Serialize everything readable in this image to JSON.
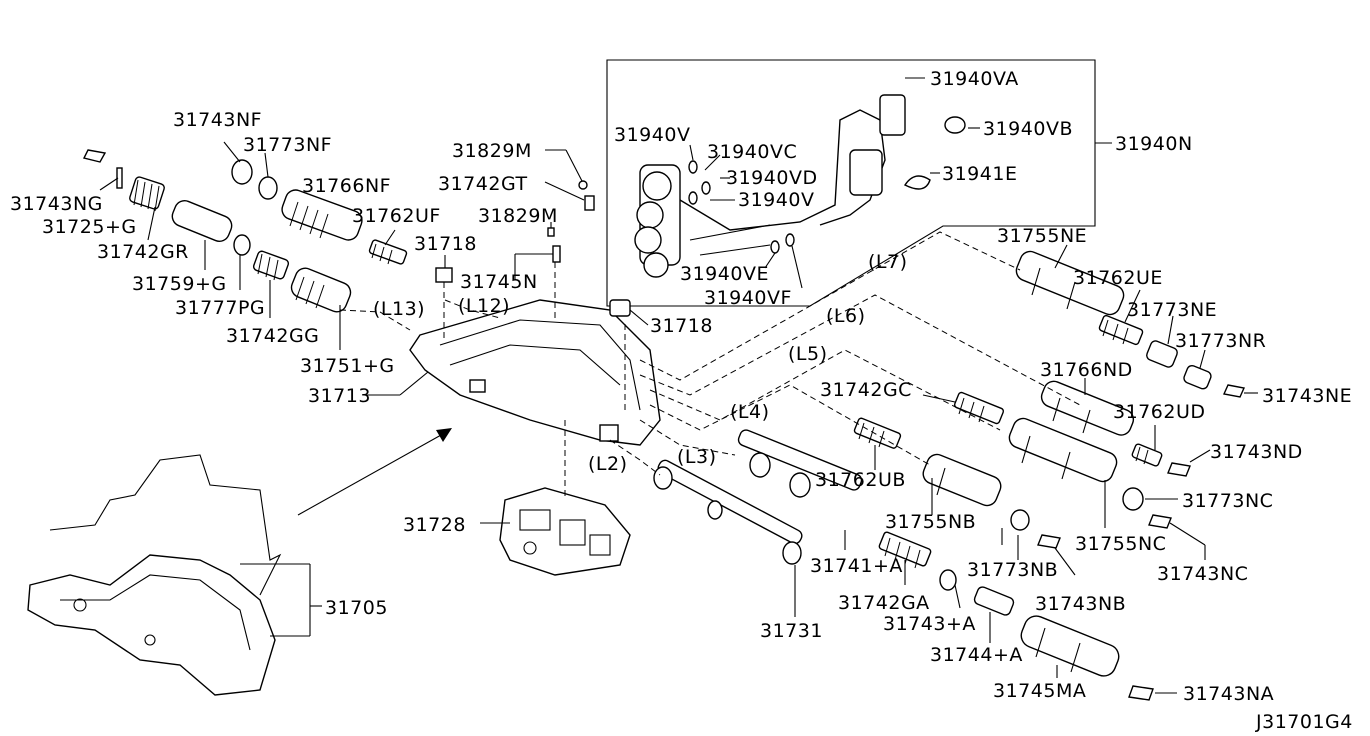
{
  "diagram": {
    "drawing_code": "J31701G4",
    "labels": {
      "l31743NF": "31743NF",
      "l31773NF": "31773NF",
      "l31743NG": "31743NG",
      "l31725G": "31725+G",
      "l31742GR": "31742GR",
      "l31766NF": "31766NF",
      "l31762UF": "31762UF",
      "l31718a": "31718",
      "l31759G": "31759+G",
      "l31777PG": "31777PG",
      "l31742GG": "31742GG",
      "l31751G": "31751+G",
      "l31713": "31713",
      "l31829Ma": "31829M",
      "l31742GT": "31742GT",
      "l31829Mb": "31829M",
      "l31745N": "31745N",
      "l31718b": "31718",
      "l31940V": "31940V",
      "l31940VC": "31940VC",
      "l31940VD": "31940VD",
      "l31940V2": "31940V",
      "l31940VE": "31940VE",
      "l31940VF": "31940VF",
      "l31940VA": "31940VA",
      "l31940VB": "31940VB",
      "l31940N": "31940N",
      "l31941E": "31941E",
      "l31755NE": "31755NE",
      "l31762UE": "31762UE",
      "l31773NE": "31773NE",
      "l31773NR": "31773NR",
      "l31743NE": "31743NE",
      "l31766ND": "31766ND",
      "l31762UD": "31762UD",
      "l31743ND": "31743ND",
      "l31742GC": "31742GC",
      "l31762UB": "31762UB",
      "l31773NC": "31773NC",
      "l31755NB": "31755NB",
      "l31755NC": "31755NC",
      "l31743NC": "31743NC",
      "l31773NB": "31773NB",
      "l31743NB": "31743NB",
      "l31741A": "31741+A",
      "l31742GA": "31742GA",
      "l31743A": "31743+A",
      "l31744A": "31744+A",
      "l31745MA": "31745MA",
      "l31743NA": "31743NA",
      "l31728": "31728",
      "l31731": "31731",
      "l31705": "31705"
    },
    "lines": {
      "L2": "(L2)",
      "L3": "(L3)",
      "L4": "(L4)",
      "L5": "(L5)",
      "L6": "(L6)",
      "L7": "(L7)",
      "L12": "(L12)",
      "L13": "(L13)"
    }
  }
}
